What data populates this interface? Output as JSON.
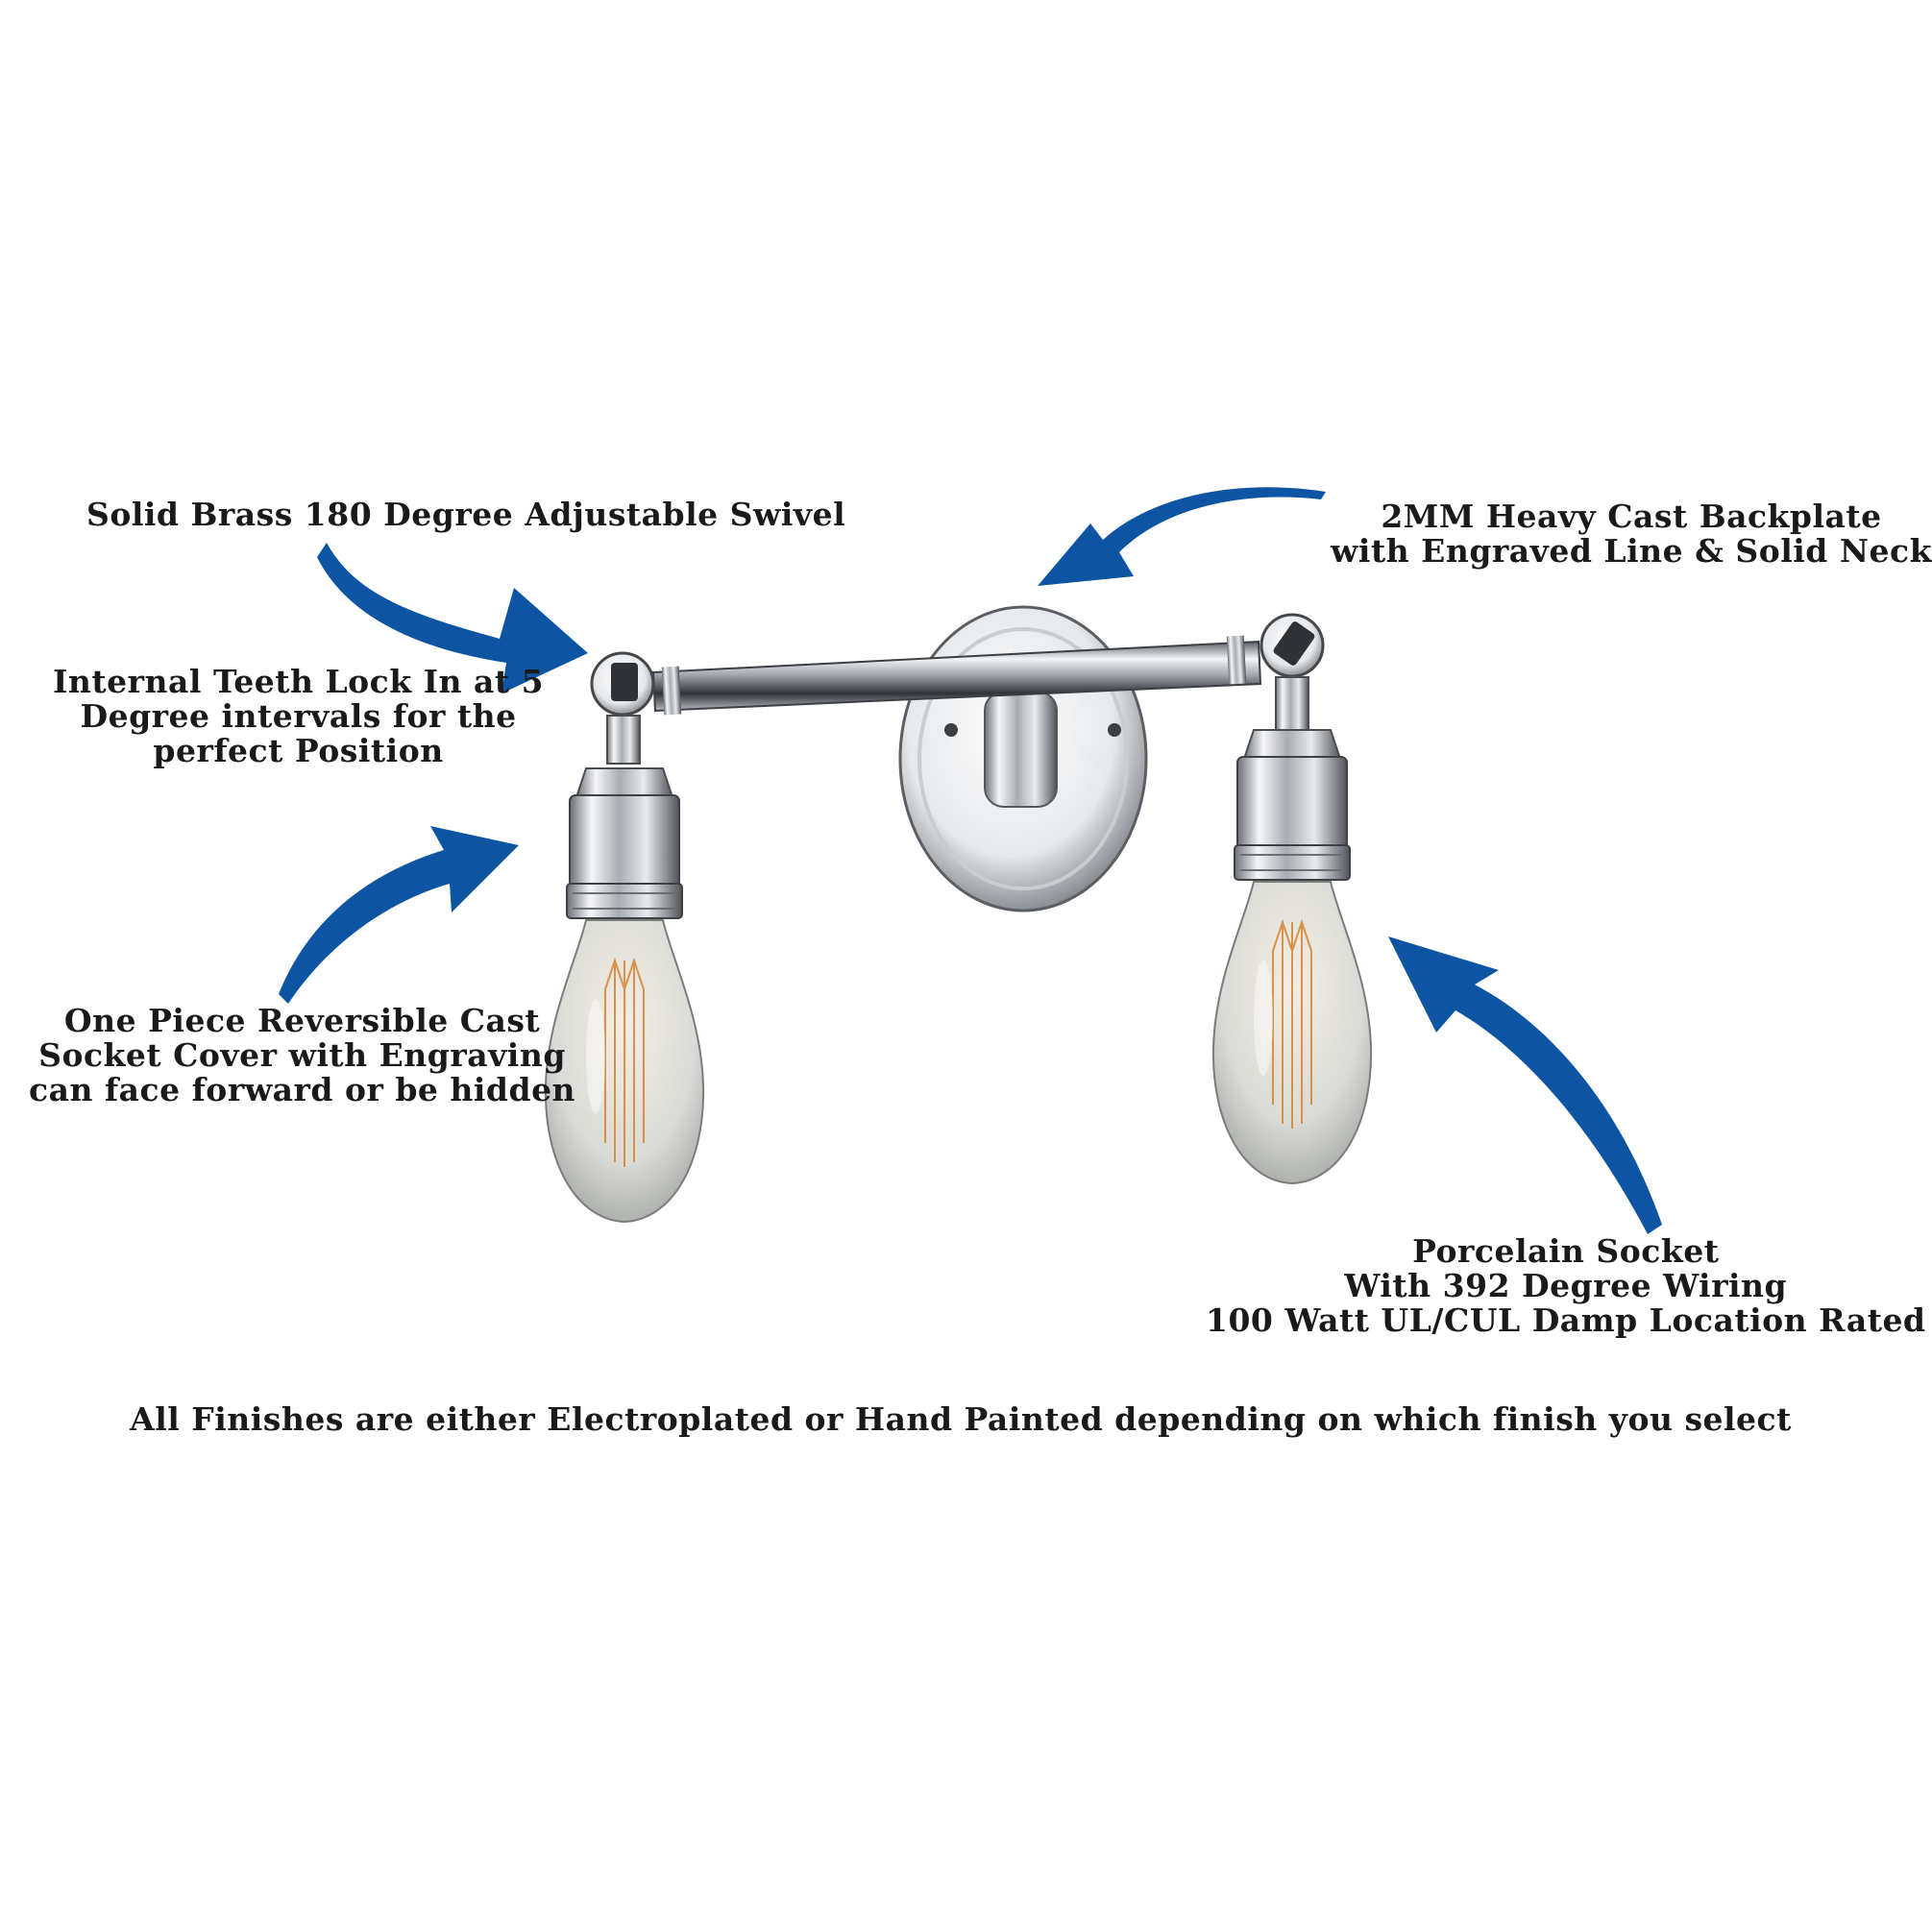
{
  "callouts": {
    "swivel": [
      "Solid Brass  180 Degree Adjustable Swivel"
    ],
    "backplate": [
      "2MM Heavy Cast Backplate",
      "with Engraved Line & Solid Neck"
    ],
    "teeth_lock": [
      "Internal Teeth Lock In at 5",
      "Degree intervals for the",
      "perfect Position"
    ],
    "socket_cover": [
      "One Piece Reversible Cast",
      "Socket Cover with Engraving",
      "can face forward or be hidden"
    ],
    "porcelain_socket": [
      "Porcelain Socket",
      "With 392 Degree Wiring",
      "100 Watt UL/CUL  Damp Location Rated"
    ]
  },
  "footer_note": "All Finishes are either Electroplated or Hand Painted depending on which finish you select",
  "colors": {
    "arrow": "#0d55a3",
    "text": "#1a1a1a",
    "chrome_light": "#f2f3f5",
    "chrome_dark": "#3a3d42",
    "glass": "#d9dcdc",
    "filament": "#e3a35a"
  }
}
